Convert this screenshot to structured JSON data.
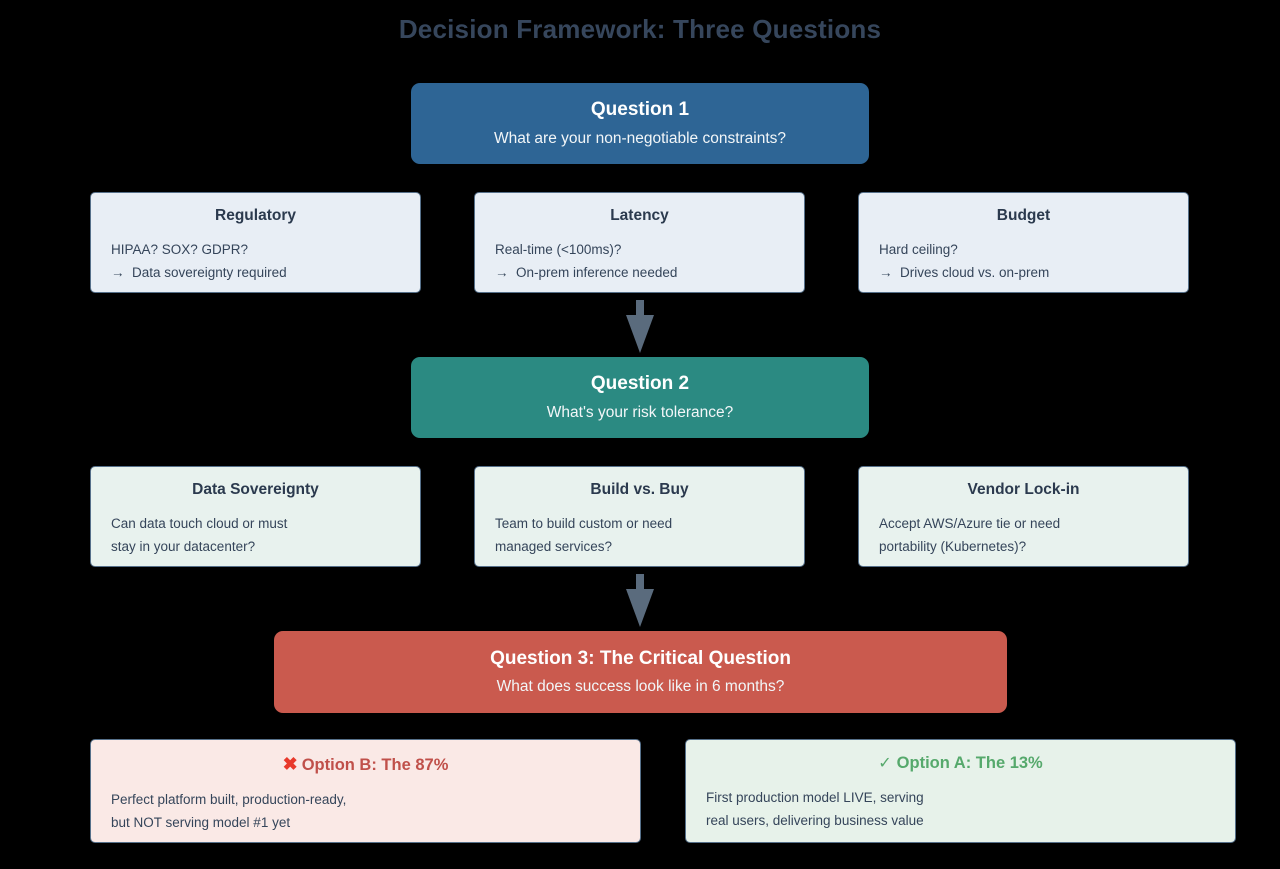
{
  "title": "Decision Framework: Three Questions",
  "colors": {
    "background": "#000000",
    "title_text": "#36465c",
    "question1": "#2e6595",
    "question2": "#2b8a82",
    "question3": "#ca5a4e",
    "card_border": "#56708a",
    "card_fill_constraints": "#e8eef5",
    "card_fill_risk": "#e8f2ee",
    "option_b_fill": "#fae9e6",
    "option_b_accent": "#c0504a",
    "option_a_fill": "#e7f2ea",
    "option_a_accent": "#56a96c",
    "arrow": "#5a6b7d"
  },
  "question1": {
    "title": "Question 1",
    "subtitle": "What are your non-negotiable constraints?"
  },
  "constraints": [
    {
      "title": "Regulatory",
      "line1": "HIPAA? SOX? GDPR?",
      "line2": "→  Data sovereignty required"
    },
    {
      "title": "Latency",
      "line1": "Real-time (<100ms)?",
      "line2": "→  On-prem inference needed"
    },
    {
      "title": "Budget",
      "line1": "Hard ceiling?",
      "line2": "→  Drives cloud vs. on-prem"
    }
  ],
  "question2": {
    "title": "Question 2",
    "subtitle": "What's your risk tolerance?"
  },
  "risks": [
    {
      "title": "Data Sovereignty",
      "line1": "Can data touch cloud or must",
      "line2": "stay in your datacenter?"
    },
    {
      "title": "Build vs. Buy",
      "line1": "Team to build custom or need",
      "line2": "managed services?"
    },
    {
      "title": "Vendor Lock-in",
      "line1": "Accept AWS/Azure tie or need",
      "line2": "portability (Kubernetes)?"
    }
  ],
  "question3": {
    "title": "Question 3: The Critical Question",
    "subtitle": "What does success look like in 6 months?"
  },
  "options": {
    "b": {
      "mark": "✖",
      "title": "Option B: The 87%",
      "line1": "Perfect platform built, production-ready,",
      "line2": "but NOT serving model #1 yet"
    },
    "a": {
      "mark": "✓",
      "title": "Option A: The 13%",
      "line1": "First production model LIVE, serving",
      "line2": "real users, delivering business value"
    }
  }
}
